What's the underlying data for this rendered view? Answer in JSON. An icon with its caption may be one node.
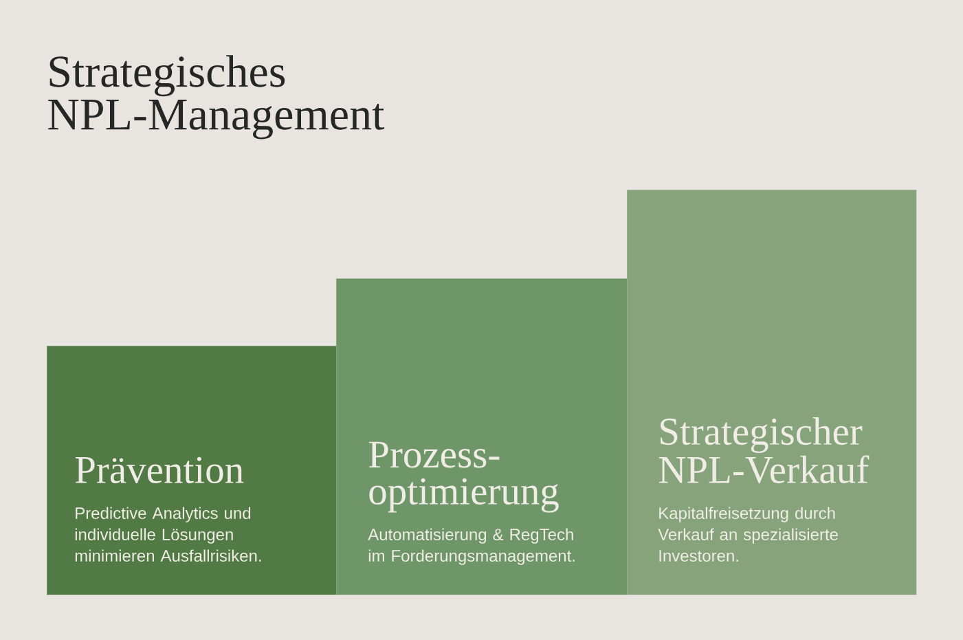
{
  "diagram": {
    "title": "Strategisches NPL-Management",
    "nodes": [
      {
        "text": [
          "Prävention",
          "Predictive Analytics und individuelle Lösungen minimieren Ausfallrisiken."
        ]
      },
      {
        "text": [
          "Prozess- optimierung",
          "Automatisierung & RegTech im Forderungsmanagement."
        ]
      },
      {
        "text": [
          "Strategischer NPL-Verkauf",
          "Kapitalfreisetzung durch Verkauf an spezialisierte Investoren."
        ]
      }
    ]
  }
}
